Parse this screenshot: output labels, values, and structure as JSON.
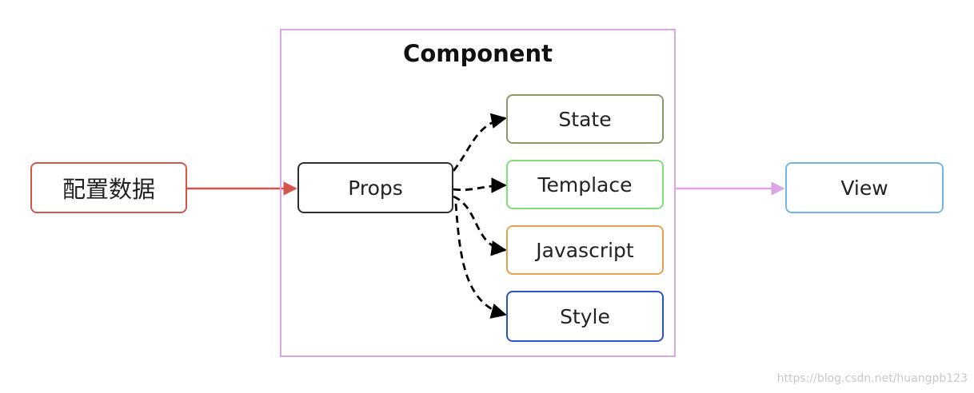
{
  "diagram": {
    "title": "Component",
    "nodes": {
      "config": "配置数据",
      "props": "Props",
      "state": "State",
      "template": "Templace",
      "javascript": "Javascript",
      "style": "Style",
      "view": "View"
    },
    "edges": [
      {
        "from": "config",
        "to": "props",
        "style": "solid",
        "color": "#d4554a"
      },
      {
        "from": "props",
        "to": "state",
        "style": "dashed",
        "color": "#000000"
      },
      {
        "from": "props",
        "to": "template",
        "style": "dashed",
        "color": "#000000"
      },
      {
        "from": "props",
        "to": "javascript",
        "style": "dashed",
        "color": "#000000"
      },
      {
        "from": "props",
        "to": "style",
        "style": "dashed",
        "color": "#000000"
      },
      {
        "from": "component",
        "to": "view",
        "style": "solid",
        "color": "#dca6e6"
      }
    ],
    "colors": {
      "container_border": "#dca6e6",
      "config_border": "#d4554a",
      "props_border": "#2e2e2e",
      "state_border": "#8a9a6a",
      "template_border": "#7ee07a",
      "javascript_border": "#e8a04f",
      "style_border": "#2a52c4",
      "view_border": "#72b6e6"
    }
  },
  "watermark": "https://blog.csdn.net/huangpb123"
}
